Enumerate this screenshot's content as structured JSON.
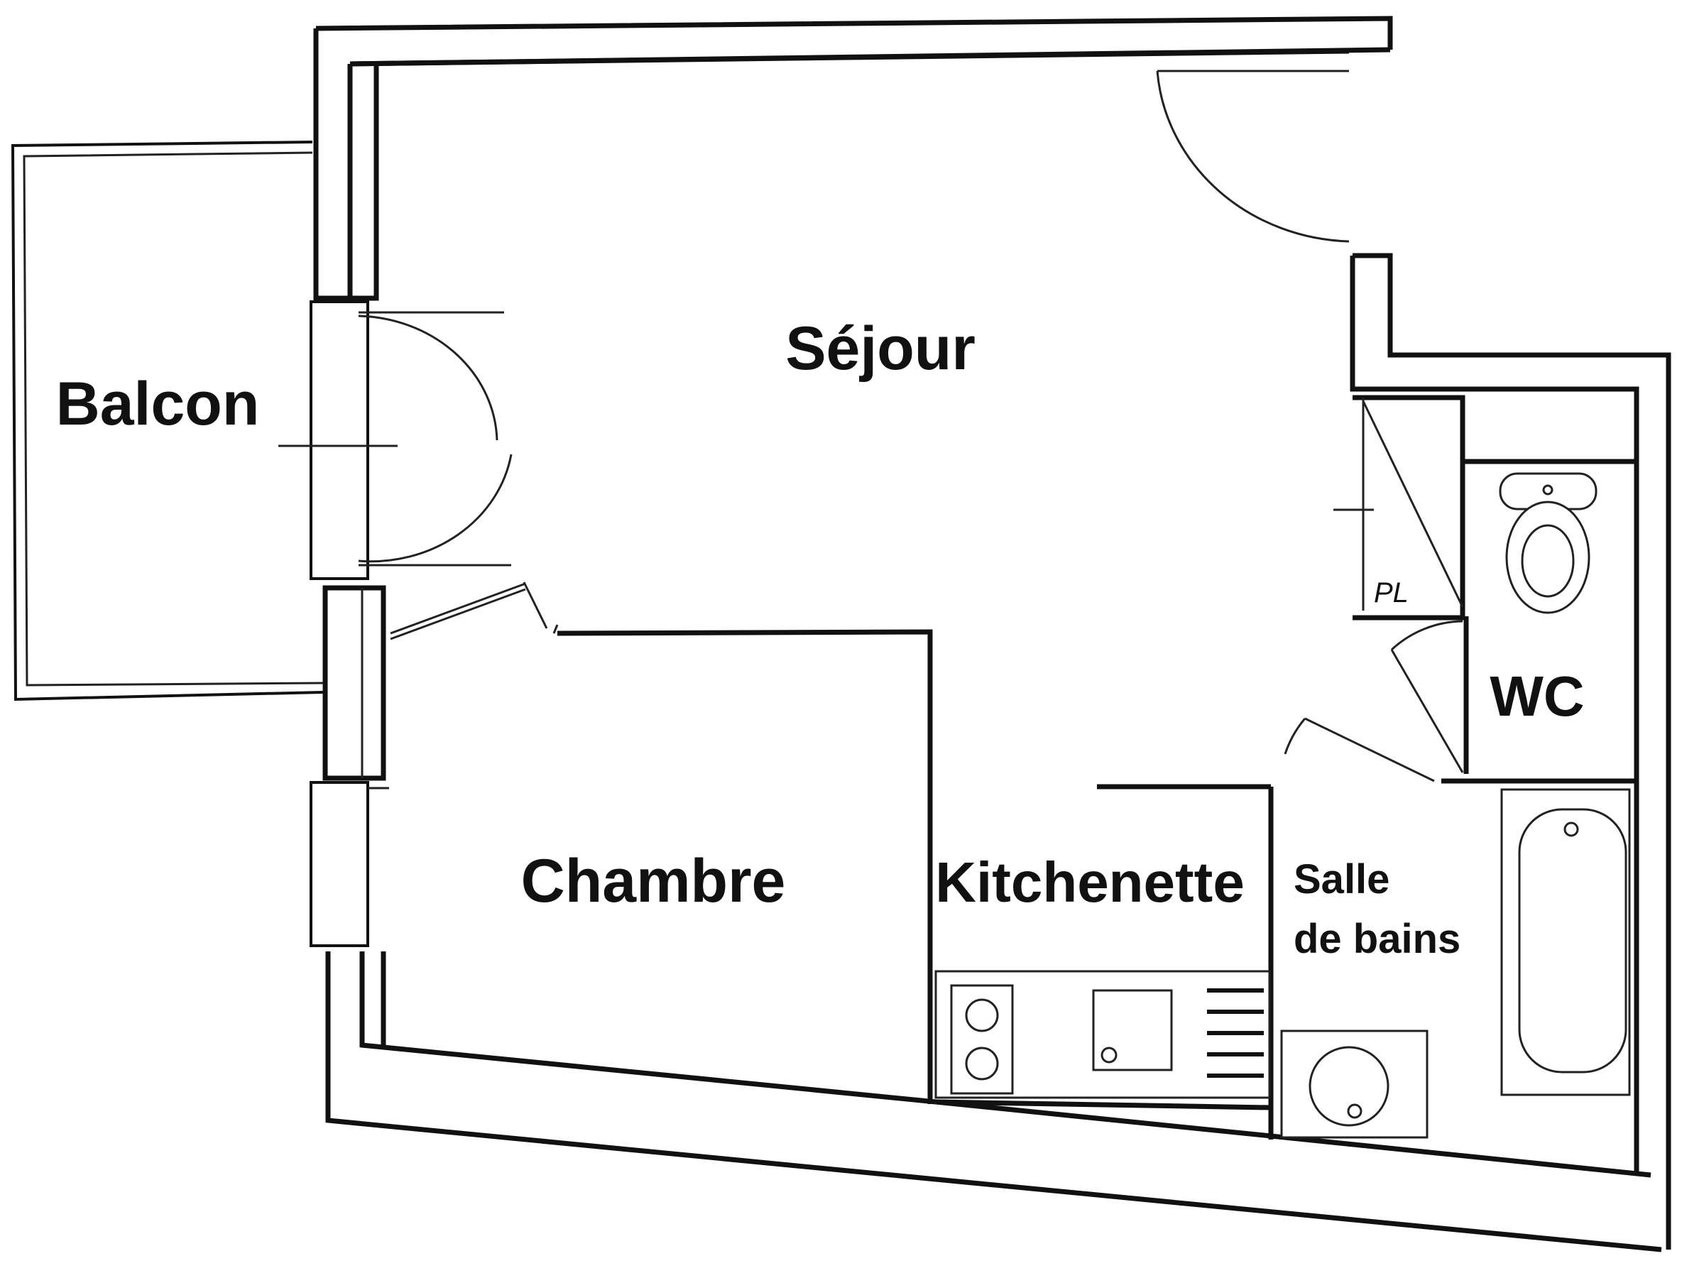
{
  "rooms": {
    "sejour": "Séjour",
    "balcon": "Balcon",
    "chambre": "Chambre",
    "kitchenette": "Kitchenette",
    "wc": "WC",
    "salle_de_bains": [
      "Salle",
      "de bains"
    ]
  },
  "annotations": {
    "placard": "PL"
  },
  "colors": {
    "walls": "#111111",
    "background": "#ffffff"
  }
}
